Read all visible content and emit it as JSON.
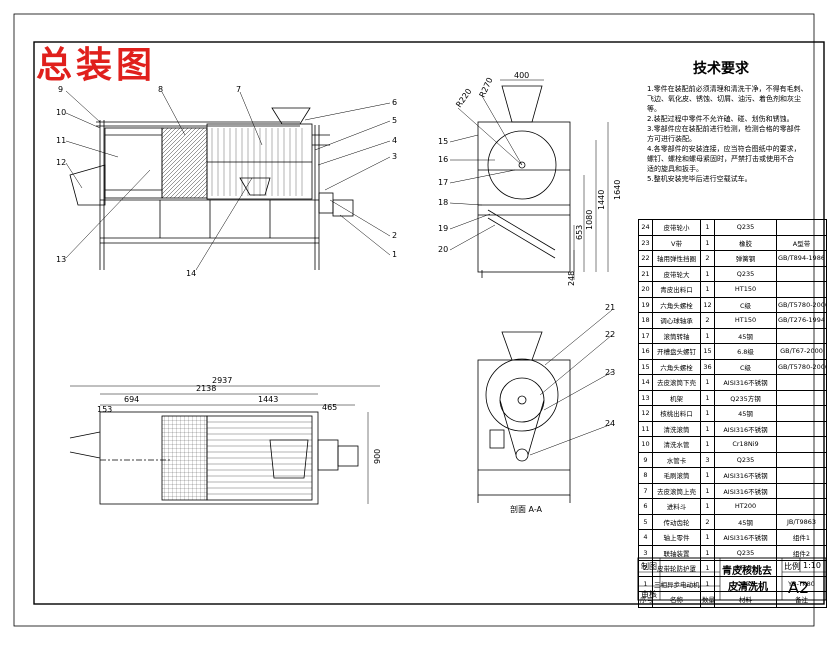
{
  "drawing": {
    "title": "总装图",
    "title_color": "#e0201c",
    "section_label": "剖面 A-A"
  },
  "tech": {
    "title": "技术要求",
    "notes": [
      "1.零件在装配前必须清理和清洗干净，不得有毛刺、",
      "飞边、氧化皮、锈蚀、切屑、油污、着色剂和灰尘",
      "等。",
      "2.装配过程中零件不允许磕、碰、划伤和锈蚀。",
      "3.零部件应在装配前进行检测，检测合格的零部件",
      "方可进行装配。",
      "4.各零部件的安装连接，应当符合图纸中的要求，",
      "螺钉、螺栓和螺母紧固时，严禁打击或使用不合",
      "适的旋具和扳手。",
      "5.整机安装完毕后进行空载试车。"
    ]
  },
  "front_labels": [
    "9",
    "10",
    "11",
    "12",
    "13",
    "8",
    "7",
    "14",
    "6",
    "5",
    "4",
    "3",
    "2",
    "1"
  ],
  "side_labels": [
    "15",
    "16",
    "17",
    "18",
    "19",
    "20"
  ],
  "section_labels": [
    "21",
    "22",
    "23",
    "24"
  ],
  "dims": {
    "front_total": "2937",
    "front_2138": "2138",
    "front_694": "694",
    "front_1443": "1443",
    "front_465": "465",
    "front_153": "153",
    "front_height": "900",
    "side_top": "400",
    "side_h1": "1640",
    "side_h2": "1440",
    "side_h3": "1080",
    "side_h4": "653",
    "side_h5": "248",
    "side_r1": "R220",
    "side_r2": "R270"
  },
  "bom": {
    "rows": [
      [
        "24",
        "皮带轮小",
        "1",
        "Q235",
        ""
      ],
      [
        "23",
        "V带",
        "1",
        "橡胶",
        "A型带"
      ],
      [
        "22",
        "轴用弹性挡圈",
        "2",
        "弹簧钢",
        "GB/T894-1986"
      ],
      [
        "21",
        "皮带轮大",
        "1",
        "Q235",
        ""
      ],
      [
        "20",
        "青皮出料口",
        "1",
        "HT150",
        ""
      ],
      [
        "19",
        "六角头螺栓",
        "12",
        "C级",
        "GB/T5780-2000"
      ],
      [
        "18",
        "调心球轴承",
        "2",
        "HT150",
        "GB/T276-1994"
      ],
      [
        "17",
        "滚筒转轴",
        "1",
        "45钢",
        ""
      ],
      [
        "16",
        "开槽盘头螺钉",
        "15",
        "6.8级",
        "GB/T67-2000"
      ],
      [
        "15",
        "六角头螺栓",
        "36",
        "C级",
        "GB/T5780-2000"
      ],
      [
        "14",
        "去皮滚筒下壳",
        "1",
        "AISI316不锈钢",
        ""
      ],
      [
        "13",
        "机架",
        "1",
        "Q235方钢",
        ""
      ],
      [
        "12",
        "核桃出料口",
        "1",
        "45钢",
        ""
      ],
      [
        "11",
        "清洗滚筒",
        "1",
        "AISI316不锈钢",
        ""
      ],
      [
        "10",
        "清洗水管",
        "1",
        "Cr18Ni9",
        ""
      ],
      [
        "9",
        "水管卡",
        "3",
        "Q235",
        ""
      ],
      [
        "8",
        "毛刷滚筒",
        "1",
        "AISI316不锈钢",
        ""
      ],
      [
        "7",
        "去皮滚筒上壳",
        "1",
        "AISI316不锈钢",
        ""
      ],
      [
        "6",
        "进料斗",
        "1",
        "HT200",
        ""
      ],
      [
        "5",
        "传动齿轮",
        "2",
        "45钢",
        "JB/T9863"
      ],
      [
        "4",
        "轴上零件",
        "1",
        "AISI316不锈钢",
        "组件1"
      ],
      [
        "3",
        "联轴装置",
        "1",
        "Q235",
        "组件2"
      ],
      [
        "2",
        "皮带轮防护罩",
        "1",
        "HT150",
        ""
      ],
      [
        "1",
        "三相异步电动机",
        "1",
        "Q235",
        "YB-TK80"
      ]
    ],
    "header": [
      "序号",
      "名称",
      "数量",
      "材料",
      "备注"
    ]
  },
  "title_block": {
    "name_line1": "青皮核桃去",
    "name_line2": "皮清洗机",
    "scale_label": "比例",
    "scale_value": "1:10",
    "drafter_label": "制图",
    "reviewer_label": "审核",
    "sheet_size": "A2"
  }
}
